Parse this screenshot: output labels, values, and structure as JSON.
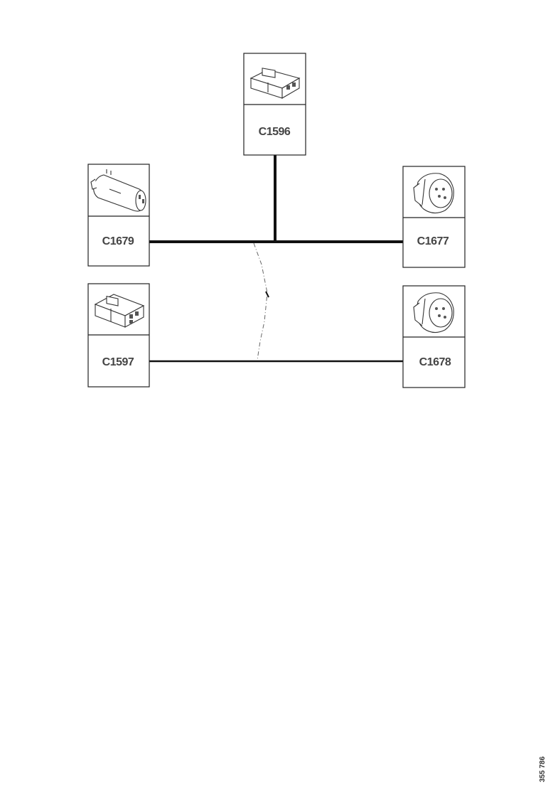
{
  "connectors": {
    "top": {
      "label": "C1596",
      "icon": "rectangular-connector-icon"
    },
    "left_upper": {
      "label": "C1679",
      "icon": "cylindrical-connector-icon"
    },
    "right_upper": {
      "label": "C1677",
      "icon": "round-connector-icon"
    },
    "left_lower": {
      "label": "C1597",
      "icon": "rectangular-connector-icon"
    },
    "right_lower": {
      "label": "C1678",
      "icon": "round-connector-icon"
    }
  },
  "reference": "355 786"
}
